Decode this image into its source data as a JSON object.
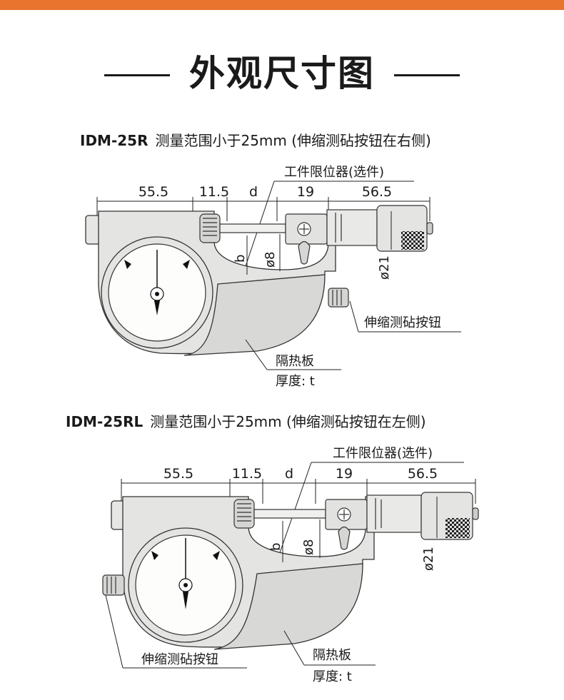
{
  "page": {
    "title": "外观尺寸图",
    "accent_color": "#e8742e"
  },
  "figures": [
    {
      "model": "IDM-25R",
      "description": "测量范围小于25mm (伸缩测砧按钮在右侧)",
      "dims": {
        "a": "55.5",
        "b": "11.5",
        "c": "d",
        "d": "19",
        "e": "56.5"
      },
      "labels": {
        "stopper": "工件限位器(选件)",
        "b_label": "b",
        "phi8": "ø8",
        "phi21": "ø21",
        "button": "伸缩测砧按钮",
        "plate": "隔热板",
        "thickness": "厚度: t"
      }
    },
    {
      "model": "IDM-25RL",
      "description": "测量范围小于25mm (伸缩测砧按钮在左侧)",
      "dims": {
        "a": "55.5",
        "b": "11.5",
        "c": "d",
        "d": "19",
        "e": "56.5"
      },
      "labels": {
        "stopper": "工件限位器(选件)",
        "b_label": "b",
        "phi8": "ø8",
        "phi21": "ø21",
        "button": "伸缩测砧按钮",
        "plate": "隔热板",
        "thickness": "厚度: t"
      }
    }
  ]
}
